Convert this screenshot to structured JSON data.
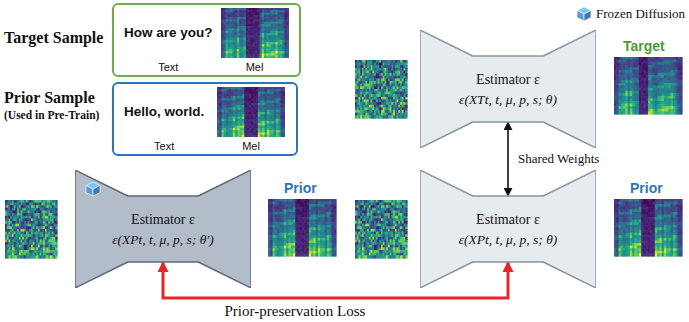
{
  "diagram": {
    "nodes": [
      {
        "text": [
          "How are you?",
          "Text",
          "Mel"
        ]
      },
      {
        "text": [
          "Hello, world.",
          "Text",
          "Mel"
        ]
      },
      {
        "text": [
          "Estimator ε",
          "ε(XTt, t, μ, p, s; θ)"
        ]
      },
      {
        "text": [
          "Estimator ε",
          "ε(XPt, t, μ, p, s; θ′)"
        ]
      },
      {
        "text": [
          "Estimator ε",
          "ε(XPt, t, μ, p, s; θ)"
        ]
      }
    ],
    "edges": [
      {
        "from": 2,
        "to": 4,
        "arrow": "both",
        "label": "Shared Weights"
      },
      {
        "from": 3,
        "to": 4,
        "arrow": "both",
        "label": "Prior-preservation Loss"
      }
    ],
    "labels": [
      "Target Sample",
      "Prior Sample",
      "(Used in Pre-Train)",
      "Target",
      "Prior",
      "Prior"
    ],
    "legend": [
      {
        "text": "Frozen Diffusion",
        "color": "#5b9bd5"
      }
    ]
  }
}
